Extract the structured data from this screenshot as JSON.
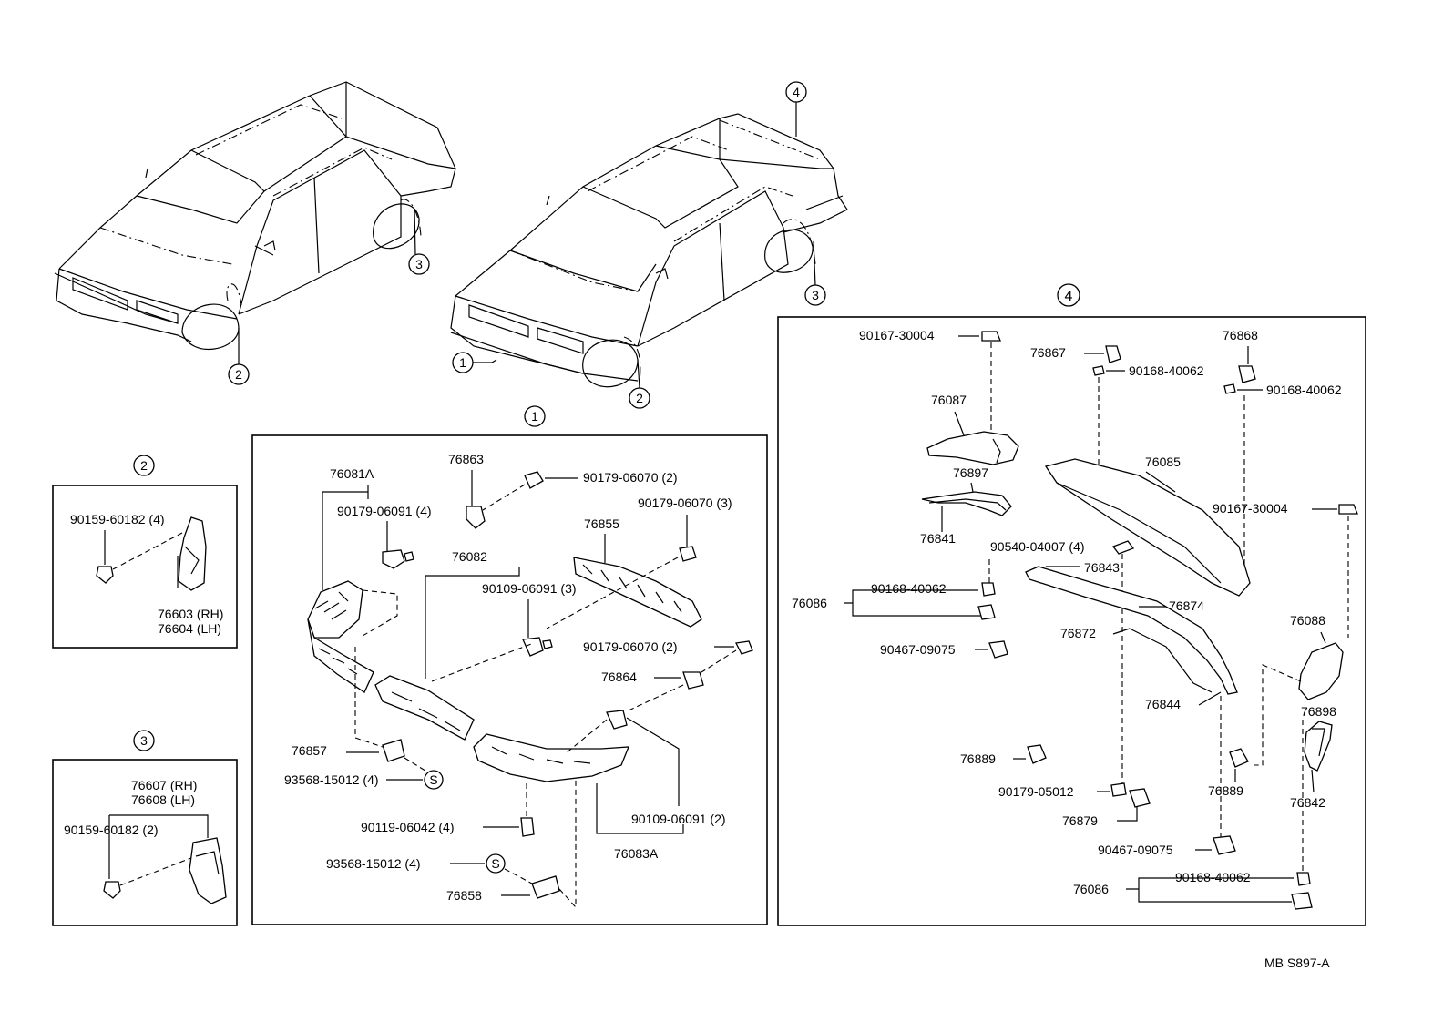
{
  "refs": {
    "r1": "1",
    "r2": "2",
    "r3": "3",
    "r4": "4"
  },
  "front_spoiler": {
    "p76081A": "76081A",
    "p90179_06091": "90179-06091 (4)",
    "p76863": "76863",
    "p90179_06070_2a": "90179-06070 (2)",
    "p90179_06070_3": "90179-06070 (3)",
    "p76855": "76855",
    "p76082": "76082",
    "p90109_06091_3": "90109-06091 (3)",
    "p90179_06070_2b": "90179-06070 (2)",
    "p76864": "76864",
    "p76857": "76857",
    "p93568_15012_a": "93568-15012 (4)",
    "p90119_06042": "90119-06042 (4)",
    "p90109_06091_2": "90109-06091 (2)",
    "p76083A": "76083A",
    "p93568_15012_b": "93568-15012 (4)",
    "p76858": "76858",
    "s_mark": "S"
  },
  "mudguard_front": {
    "p90159_60182_4": "90159-60182 (4)",
    "p76603": "76603 (RH)",
    "p76604": "76604 (LH)"
  },
  "mudguard_rear": {
    "p76607": "76607 (RH)",
    "p76608": "76608 (LH)",
    "p90159_60182_2": "90159-60182 (2)"
  },
  "rear_spoiler": {
    "p90167_30004_a": "90167-30004",
    "p76867": "76867",
    "p90168_40062_a": "90168-40062",
    "p76868": "76868",
    "p90168_40062_b": "90168-40062",
    "p76087": "76087",
    "p76085": "76085",
    "p76897": "76897",
    "p76841": "76841",
    "p90167_30004_b": "90167-30004",
    "p90540_04007": "90540-04007 (4)",
    "p76843": "76843",
    "p76086_a": "76086",
    "p90168_40062_c": "90168-40062",
    "p76874": "76874",
    "p76872": "76872",
    "p76088": "76088",
    "p90467_09075_a": "90467-09075",
    "p76844": "76844",
    "p76898": "76898",
    "p76889_a": "76889",
    "p90179_05012": "90179-05012",
    "p76889_b": "76889",
    "p76842": "76842",
    "p76879": "76879",
    "p90467_09075_b": "90467-09075",
    "p76086_b": "76086",
    "p90168_40062_d": "90168-40062"
  },
  "footer": {
    "code": "MB  S897-A"
  }
}
